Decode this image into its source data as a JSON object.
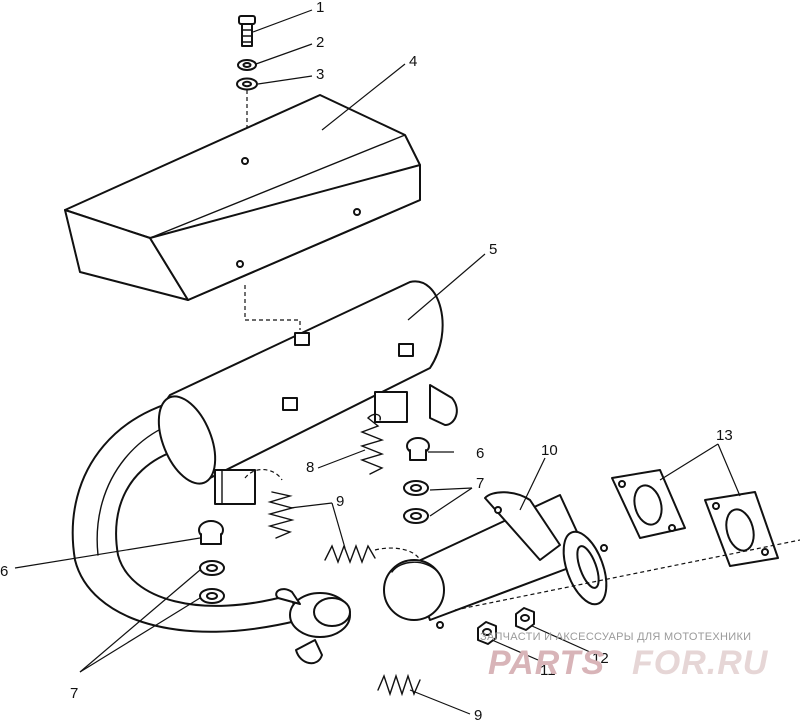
{
  "callouts": [
    {
      "id": "c1",
      "text": "1"
    },
    {
      "id": "c2",
      "text": "2"
    },
    {
      "id": "c3",
      "text": "3"
    },
    {
      "id": "c4",
      "text": "4"
    },
    {
      "id": "c5",
      "text": "5"
    },
    {
      "id": "c6a",
      "text": "6"
    },
    {
      "id": "c6b",
      "text": "6"
    },
    {
      "id": "c7a",
      "text": "7"
    },
    {
      "id": "c7b",
      "text": "7"
    },
    {
      "id": "c8",
      "text": "8"
    },
    {
      "id": "c9a",
      "text": "9"
    },
    {
      "id": "c9b",
      "text": "9"
    },
    {
      "id": "c10",
      "text": "10"
    },
    {
      "id": "c11",
      "text": "11"
    },
    {
      "id": "c12",
      "text": "12"
    },
    {
      "id": "c13",
      "text": "13"
    }
  ],
  "watermark": {
    "caption": "ЗАПЧАСТИ И АКСЕССУАРЫ ДЛЯ МОТОТЕХНИКИ",
    "brand_left": "PARTS",
    "brand_right": "FOR.RU",
    "color": "#d8b4b8"
  }
}
